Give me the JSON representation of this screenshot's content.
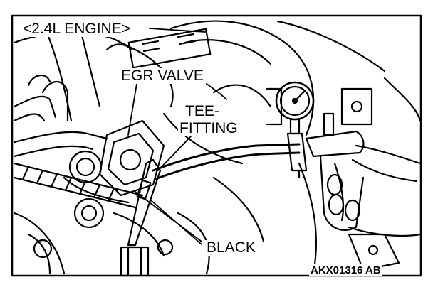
{
  "labels": {
    "engine": "<2.4L ENGINE>",
    "egr_valve": "EGR VALVE",
    "tee_line1": "TEE-",
    "tee_line2": "FITTING",
    "black": "BLACK",
    "code": "AKX01316 AB"
  },
  "colors": {
    "ink": "#000000",
    "paper": "#ffffff"
  }
}
